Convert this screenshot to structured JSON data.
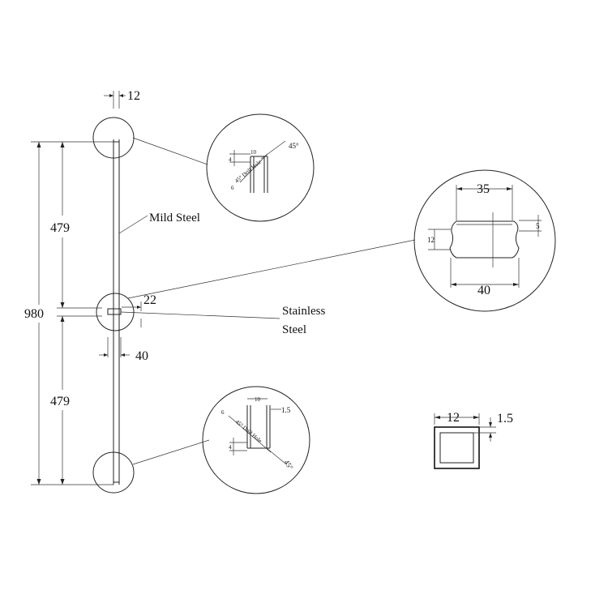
{
  "drawing": {
    "rod": {
      "total_length": "980",
      "upper_segment": "479",
      "lower_segment": "479",
      "tube_size": "12",
      "joint_width": "40",
      "joint_offset": "22",
      "material_rod": "Mild Steel",
      "material_joint_line1": "Stainless",
      "material_joint_line2": "Steel"
    },
    "detail_top": {
      "dim_a": "4",
      "dim_b": "6",
      "dim_c": "10",
      "angle": "45°",
      "hole_note": "45° Drill Hole"
    },
    "detail_middle": {
      "top_width": "35",
      "bottom_width": "40",
      "height": "12",
      "groove": "5"
    },
    "detail_bottom": {
      "dim_a": "10",
      "dim_b": "1.5",
      "dim_c": "6",
      "dim_d": "4",
      "angle": "45°",
      "hole_note": "45° Drill Hole"
    },
    "section": {
      "width": "12",
      "wall": "1.5"
    }
  }
}
